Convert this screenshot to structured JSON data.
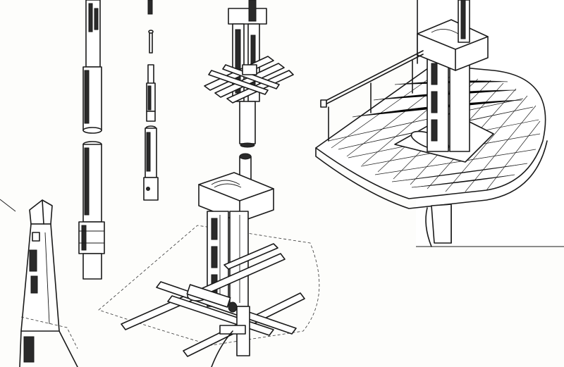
{
  "figure": {
    "parts": [
      {
        "id": "lower-mast-shaft"
      },
      {
        "id": "topmast-shaft"
      },
      {
        "id": "mast-with-trestletrees-and-crosstrees"
      },
      {
        "id": "mast-cap-and-crosstrees-assembly"
      },
      {
        "id": "fighting-top-platform"
      },
      {
        "id": "mast-heel-fragment"
      }
    ],
    "colors": {
      "ink": "#1a1a1a",
      "paper": "#fdfdfb"
    }
  }
}
